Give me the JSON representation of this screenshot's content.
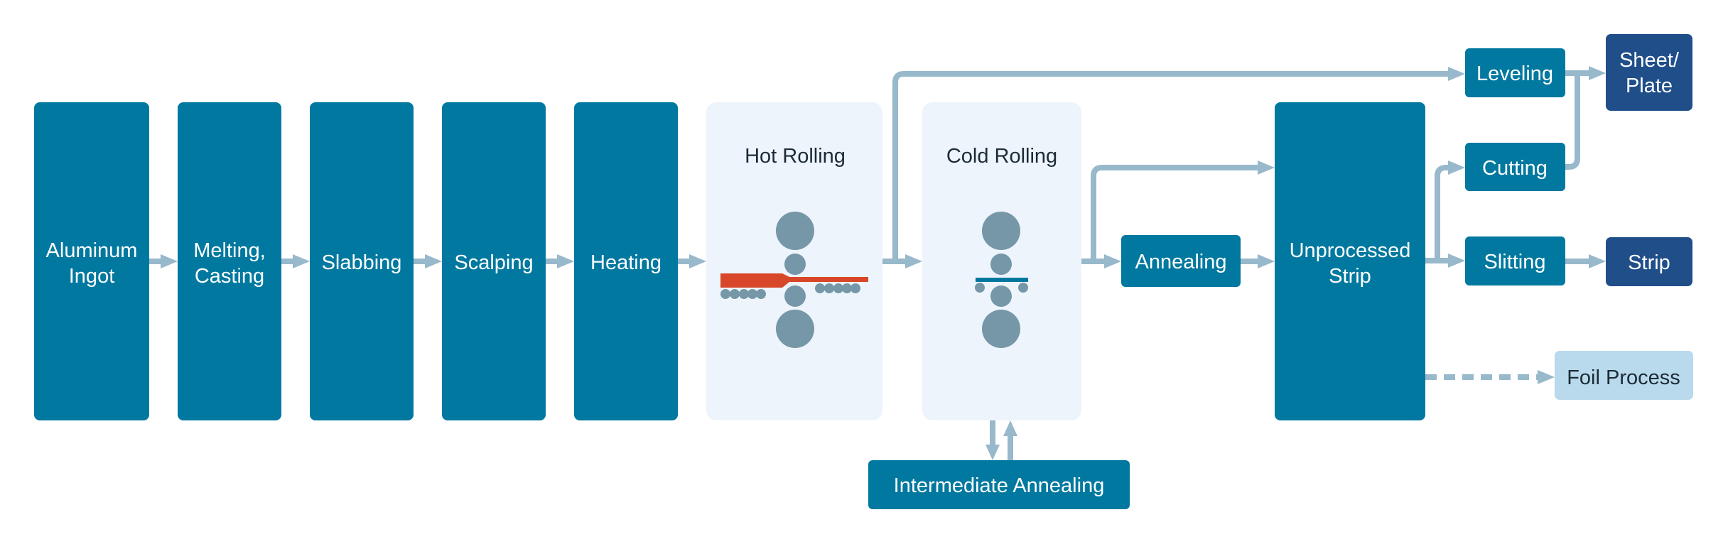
{
  "colors": {
    "process": "#00789f",
    "product": "#1f4e89",
    "panel": "#eef4fb",
    "foil": "#b9d9ec",
    "connector": "#98b8cb",
    "roll": "#7597a8",
    "hot_slab": "#d9472b",
    "cold_strip": "#00789f",
    "dark_text": "#1c2b36"
  },
  "steps": {
    "ingot": [
      "Aluminum",
      "Ingot"
    ],
    "melting": [
      "Melting,",
      "Casting"
    ],
    "slabbing": "Slabbing",
    "scalping": "Scalping",
    "heating": "Heating",
    "hot_rolling": "Hot Rolling",
    "cold_rolling": "Cold Rolling",
    "intermediate_annealing": "Intermediate Annealing",
    "annealing": "Annealing",
    "unprocessed_strip": [
      "Unprocessed",
      "Strip"
    ],
    "leveling": "Leveling",
    "cutting": "Cutting",
    "slitting": "Slitting",
    "sheet_plate": [
      "Sheet/",
      "Plate"
    ],
    "strip": "Strip",
    "foil_process": "Foil Process"
  }
}
